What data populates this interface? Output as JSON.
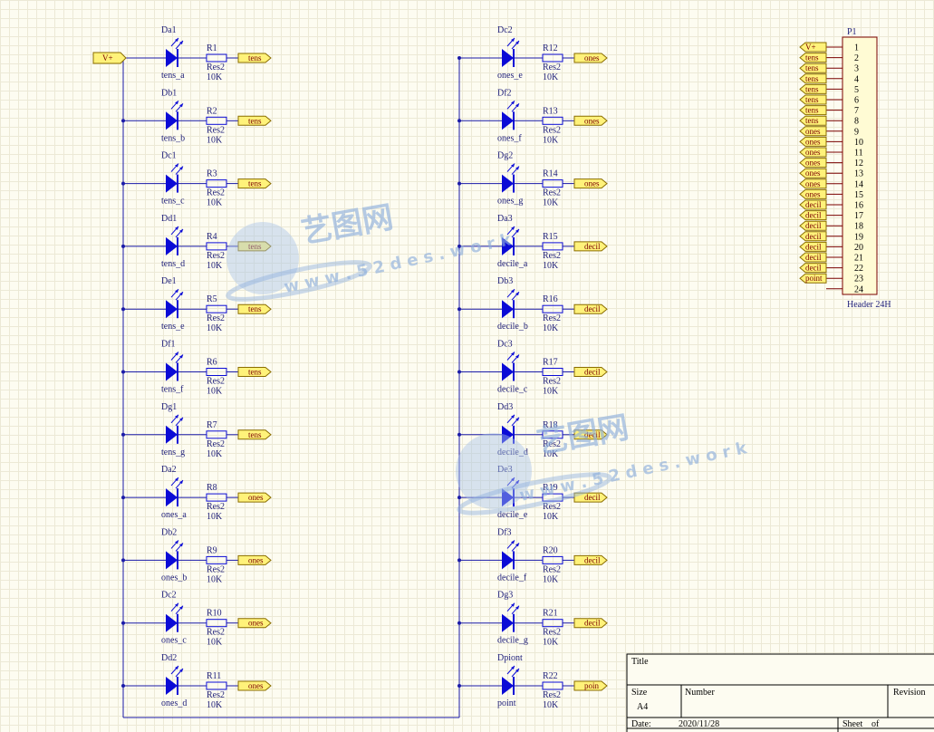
{
  "supply_label": "V+",
  "left_column": [
    {
      "diode": "Da1",
      "net": "tens_a",
      "res": "R1",
      "port": "tens"
    },
    {
      "diode": "Db1",
      "net": "tens_b",
      "res": "R2",
      "port": "tens"
    },
    {
      "diode": "Dc1",
      "net": "tens_c",
      "res": "R3",
      "port": "tens"
    },
    {
      "diode": "Dd1",
      "net": "tens_d",
      "res": "R4",
      "port": "tens"
    },
    {
      "diode": "De1",
      "net": "tens_e",
      "res": "R5",
      "port": "tens"
    },
    {
      "diode": "Df1",
      "net": "tens_f",
      "res": "R6",
      "port": "tens"
    },
    {
      "diode": "Dg1",
      "net": "tens_g",
      "res": "R7",
      "port": "tens"
    },
    {
      "diode": "Da2",
      "net": "ones_a",
      "res": "R8",
      "port": "ones"
    },
    {
      "diode": "Db2",
      "net": "ones_b",
      "res": "R9",
      "port": "ones"
    },
    {
      "diode": "Dc2",
      "net": "ones_c",
      "res": "R10",
      "port": "ones"
    },
    {
      "diode": "Dd2",
      "net": "ones_d",
      "res": "R11",
      "port": "ones"
    }
  ],
  "right_column": [
    {
      "diode": "Dc2",
      "net": "ones_e",
      "res": "R12",
      "port": "ones"
    },
    {
      "diode": "Df2",
      "net": "ones_f",
      "res": "R13",
      "port": "ones"
    },
    {
      "diode": "Dg2",
      "net": "ones_g",
      "res": "R14",
      "port": "ones"
    },
    {
      "diode": "Da3",
      "net": "decile_a",
      "res": "R15",
      "port": "decil"
    },
    {
      "diode": "Db3",
      "net": "decile_b",
      "res": "R16",
      "port": "decil"
    },
    {
      "diode": "Dc3",
      "net": "decile_c",
      "res": "R17",
      "port": "decil"
    },
    {
      "diode": "Dd3",
      "net": "decile_d",
      "res": "R18",
      "port": "decil"
    },
    {
      "diode": "De3",
      "net": "decile_e",
      "res": "R19",
      "port": "decil"
    },
    {
      "diode": "Df3",
      "net": "decile_f",
      "res": "R20",
      "port": "decil"
    },
    {
      "diode": "Dg3",
      "net": "decile_g",
      "res": "R21",
      "port": "decil"
    },
    {
      "diode": "Dpiont",
      "net": "point",
      "res": "R22",
      "port": "poin"
    }
  ],
  "resistor_type": "Res2",
  "resistor_value": "10K",
  "header": {
    "designator": "P1",
    "name": "Header 24H",
    "pins": [
      "1",
      "2",
      "3",
      "4",
      "5",
      "6",
      "7",
      "8",
      "9",
      "10",
      "11",
      "12",
      "13",
      "14",
      "15",
      "16",
      "17",
      "18",
      "19",
      "20",
      "21",
      "22",
      "23",
      "24"
    ],
    "ports": [
      "V+",
      "tens",
      "tens",
      "tens",
      "tens",
      "tens",
      "tens",
      "tens",
      "ones",
      "ones",
      "ones",
      "ones",
      "ones",
      "ones",
      "ones",
      "decil",
      "decil",
      "decil",
      "decil",
      "decil",
      "decil",
      "decil",
      "point",
      ""
    ]
  },
  "title_block": {
    "title_label": "Title",
    "size_label": "Size",
    "size_value": "A4",
    "number_label": "Number",
    "revision_label": "Revision",
    "date_label": "Date:",
    "date_value": "2020/11/28",
    "sheet_label": "Sheet",
    "of_label": "of"
  },
  "watermark": {
    "brand": "艺图网",
    "url": "w w w . 5 2 d e s . w o r k"
  },
  "colors": {
    "wire": "#1a1aa8",
    "component": "#0b0bd6",
    "port_fill": "#fff27a",
    "port_stroke": "#8a6d00",
    "net_text": "#1f1f7a"
  }
}
